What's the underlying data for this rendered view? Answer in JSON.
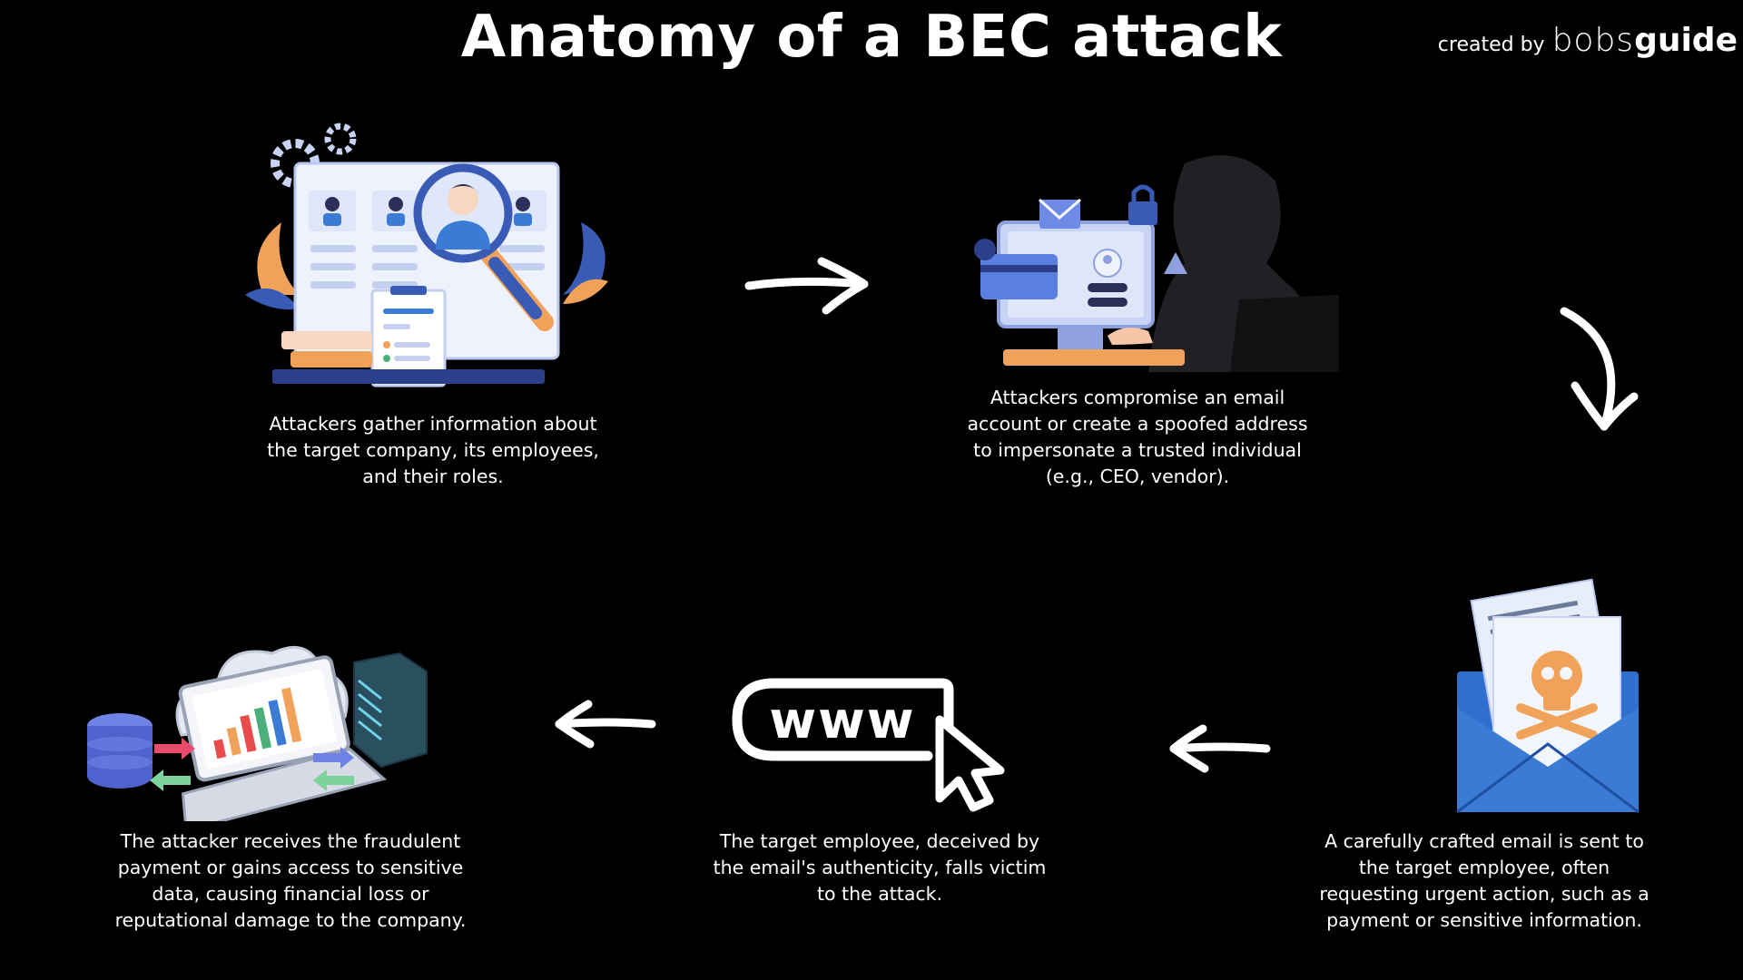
{
  "title": "Anatomy of a BEC attack",
  "credit": {
    "prefix": "created by",
    "brand_light": "bobs",
    "brand_bold": "guide"
  },
  "steps": [
    {
      "illustration": "recruiter-screen-with-magnifier",
      "text": "Attackers gather information about\nthe target company, its employees,\nand their roles."
    },
    {
      "illustration": "hooded-hacker-at-computer",
      "text": "Attackers compromise an email\naccount or create a spoofed address\nto impersonate a trusted individual\n(e.g., CEO, vendor)."
    },
    {
      "illustration": "malicious-email-envelope-skull",
      "text": "A carefully crafted email is sent to\nthe target employee, often\nrequesting urgent action, such as a\npayment or sensitive information."
    },
    {
      "illustration": "www-link-cursor",
      "text": "The target employee, deceived by\nthe email's authenticity, falls victim\nto the attack."
    },
    {
      "illustration": "laptop-cloud-data-transfer",
      "text": "The attacker receives the fraudulent\npayment or gains access to sensitive\ndata, causing financial loss or\nreputational damage to the company."
    }
  ],
  "colors": {
    "background": "#000000",
    "text": "#ffffff",
    "accent_blue": "#3a7bd5",
    "accent_orange": "#f0a25a"
  }
}
